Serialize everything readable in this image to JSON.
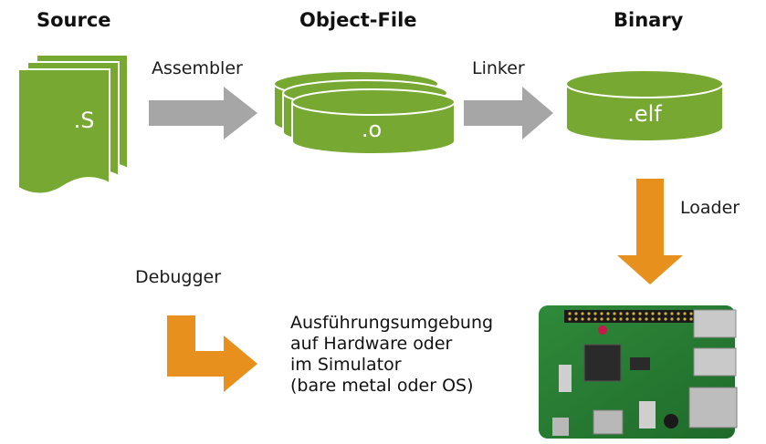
{
  "stages": {
    "source": {
      "title": "Source",
      "ext": ".S"
    },
    "object": {
      "title": "Object-File",
      "ext": ".o"
    },
    "binary": {
      "title": "Binary",
      "ext": ".elf"
    }
  },
  "arrows": {
    "assembler": "Assembler",
    "linker": "Linker",
    "loader": "Loader",
    "debugger": "Debugger"
  },
  "environment": {
    "lines": [
      "Ausführungsumgebung",
      "auf Hardware oder",
      "im Simulator",
      "(bare metal oder OS)"
    ]
  },
  "colors": {
    "green": "#76a832",
    "green_dark": "#4e7a1c",
    "gray_arrow": "#a6a6a6",
    "orange_arrow": "#e8901d"
  }
}
